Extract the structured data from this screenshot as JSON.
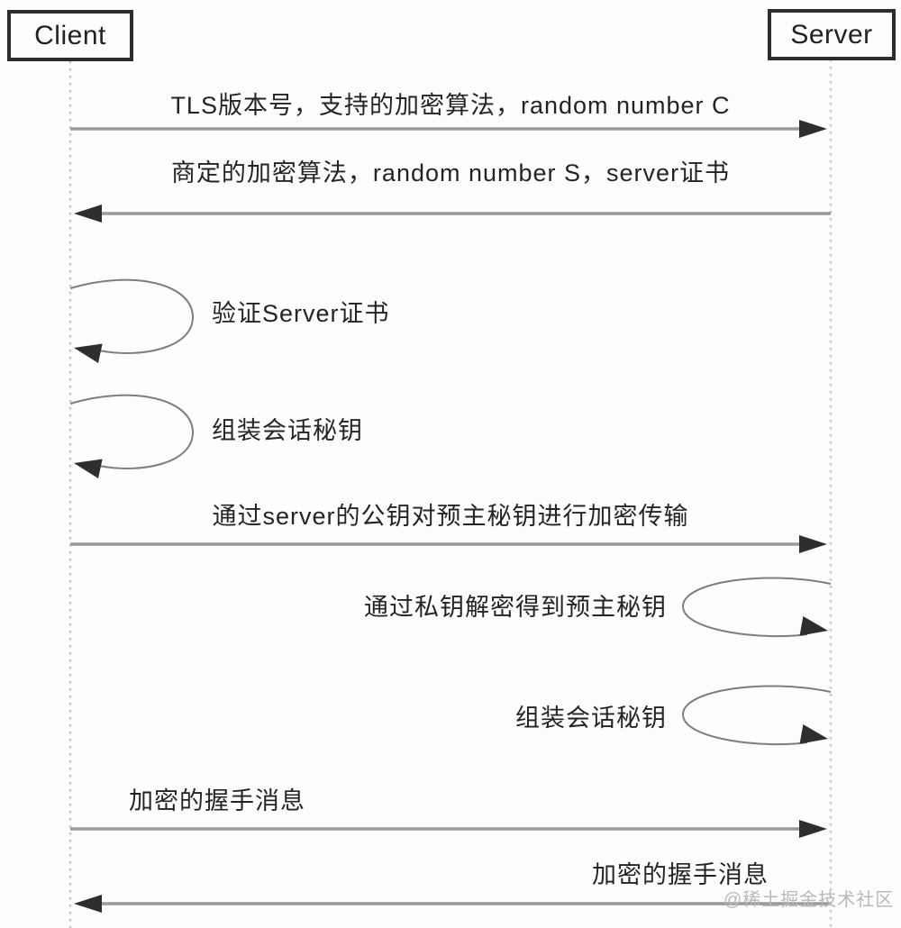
{
  "diagram": {
    "type": "sequence",
    "subject": "TLS handshake between client and server",
    "participants": [
      {
        "id": "client",
        "label": "Client"
      },
      {
        "id": "server",
        "label": "Server"
      }
    ],
    "messages": [
      {
        "kind": "arrow",
        "from": "client",
        "to": "server",
        "label": "TLS版本号，支持的加密算法，random number C"
      },
      {
        "kind": "arrow",
        "from": "server",
        "to": "client",
        "label": "商定的加密算法，random number S，server证书"
      },
      {
        "kind": "self-loop",
        "on": "client",
        "label": "验证Server证书"
      },
      {
        "kind": "self-loop",
        "on": "client",
        "label": "组装会话秘钥"
      },
      {
        "kind": "arrow",
        "from": "client",
        "to": "server",
        "label": "通过server的公钥对预主秘钥进行加密传输"
      },
      {
        "kind": "self-loop",
        "on": "server",
        "label": "通过私钥解密得到预主秘钥"
      },
      {
        "kind": "self-loop",
        "on": "server",
        "label": "组装会话秘钥"
      },
      {
        "kind": "arrow",
        "from": "client",
        "to": "server",
        "label": "加密的握手消息"
      },
      {
        "kind": "arrow",
        "from": "server",
        "to": "client",
        "label": "加密的握手消息"
      }
    ],
    "watermark": "@稀土掘金技术社区",
    "colors": {
      "background": "#fdfdfd",
      "box_border": "#2d2d2d",
      "text": "#242424",
      "arrow_shaft": "#999999",
      "arrow_head": "#2e2e2e",
      "loop_line": "#7d7d7d",
      "lifeline": "#c6c6c6",
      "watermark": "#b9b9b9"
    }
  }
}
